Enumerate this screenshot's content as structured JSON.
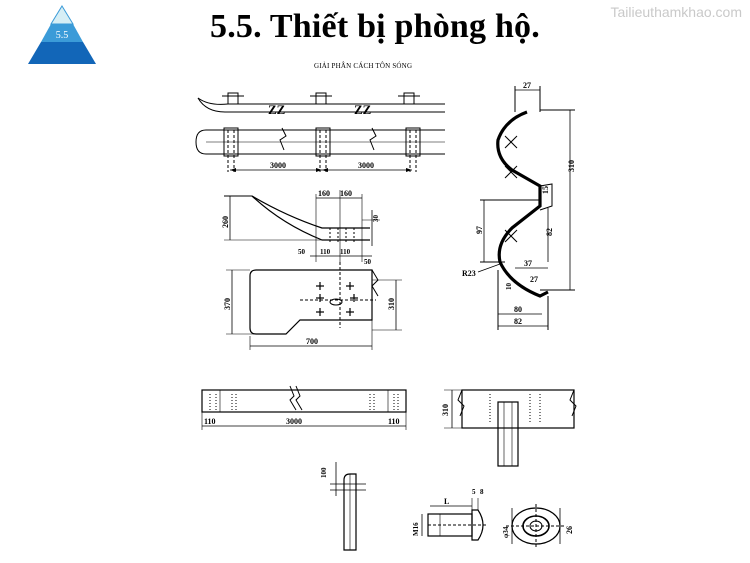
{
  "header": {
    "pyramid_label": "5.5",
    "title": "5.5. Thiết bị phòng hộ.",
    "watermark": "Tailieuthamkhao.com",
    "subtitle": "GIẢI PHÂN CÁCH TÔN SÓNG"
  },
  "colors": {
    "pyramid_top": "#d6eef5",
    "pyramid_mid": "#3b9bd8",
    "pyramid_bottom": "#1266b8",
    "line": "#000000",
    "watermark": "#c9c9c9"
  },
  "dimensions": {
    "rail_span_left": "3000",
    "rail_span_right": "3000",
    "profile_27_top": "27",
    "profile_310": "310",
    "profile_15": "15",
    "profile_97": "97",
    "profile_82_v": "82",
    "profile_37": "37",
    "profile_27_b": "27",
    "profile_r23": "R23",
    "profile_80": "80",
    "profile_82_h": "82",
    "profile_10": "10",
    "terminal_160_a": "160",
    "terminal_160_b": "160",
    "terminal_260": "260",
    "terminal_30": "30",
    "terminal_50_a": "50",
    "terminal_110_a": "110",
    "terminal_110_b": "110",
    "terminal_50_b": "50",
    "terminal_370": "370",
    "terminal_310": "310",
    "terminal_700": "700",
    "beam_110_l": "110",
    "beam_3000": "3000",
    "beam_110_r": "110",
    "splice_310": "310",
    "post_100": "100",
    "bolt_l": "L",
    "bolt_5": "5",
    "bolt_8": "8",
    "bolt_m16": "M16",
    "washer_34": "φ34",
    "washer_26": "26"
  }
}
